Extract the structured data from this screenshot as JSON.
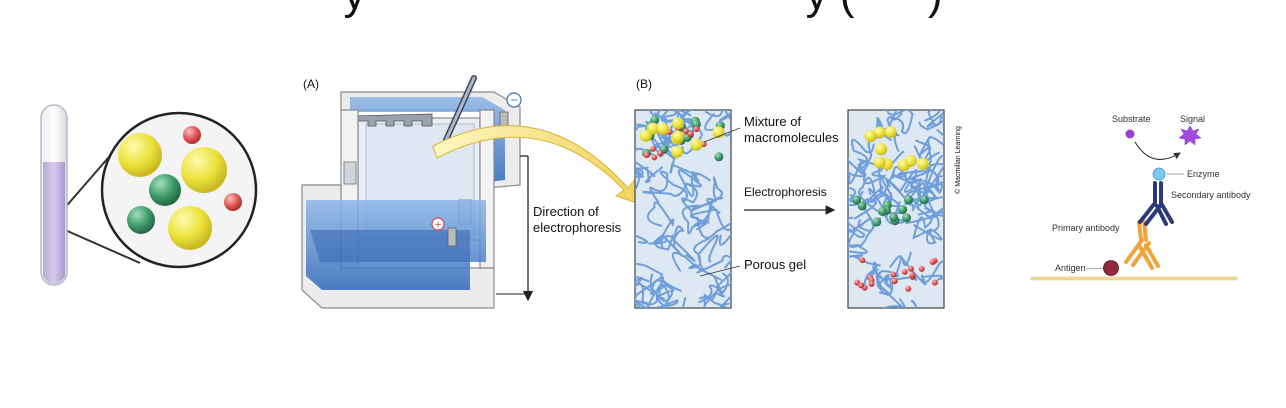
{
  "header": {
    "title_fragment": "y                                    y (      )"
  },
  "electrophoresis": {
    "panel_a_label": "(A)",
    "panel_b_label": "(B)",
    "direction_label_line1": "Direction of",
    "direction_label_line2": "electrophoresis",
    "mixture_label_line1": "Mixture of",
    "mixture_label_line2": "macromolecules",
    "process_label": "Electrophoresis",
    "gel_label": "Porous gel",
    "credit": "© Macmillan Learning",
    "anode_symbol": "+",
    "cathode_symbol": "−"
  },
  "elisa": {
    "substrate": "Substrate",
    "signal": "Signal",
    "enzyme": "Enzyme",
    "secondary_antibody": "Secondary antibody",
    "primary_antibody": "Primary antibody",
    "antigen": "Antigen"
  },
  "colors": {
    "gel_fiber": "#6f9ed8",
    "gel_bg": "#dde8f3",
    "yellow": "#f0e23a",
    "green": "#3f9a6a",
    "red": "#df5656",
    "buffer_blue": "#3c78c8",
    "antibody_orange": "#f2a43c",
    "antibody_navy": "#2b3a7a"
  }
}
